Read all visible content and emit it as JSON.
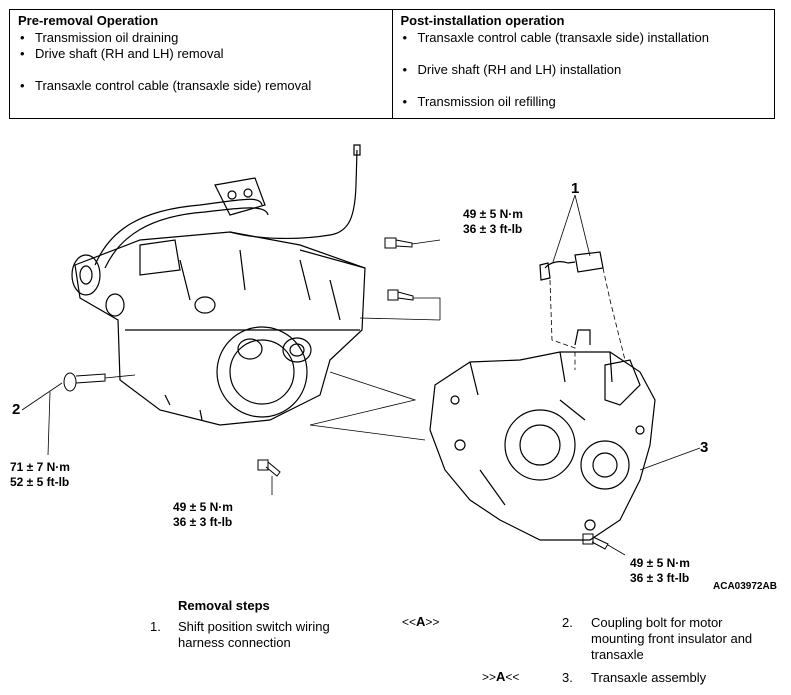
{
  "operations": {
    "pre": {
      "title": "Pre-removal Operation",
      "items": [
        "Transmission oil draining",
        "Drive shaft (RH and LH) removal",
        "Transaxle control cable (transaxle side) removal"
      ]
    },
    "post": {
      "title": "Post-installation operation",
      "items": [
        "Transaxle control cable (transaxle side) installation",
        "Drive shaft (RH and LH) installation",
        "Transmission oil refilling"
      ]
    }
  },
  "figure": {
    "torque_top": {
      "nm": "49 ± 5 N·m",
      "ftlb": "36 ± 3 ft-lb"
    },
    "torque_left": {
      "nm": "71 ± 7 N·m",
      "ftlb": "52 ± 5 ft-lb"
    },
    "torque_bottom_mid": {
      "nm": "49 ± 5 N·m",
      "ftlb": "36 ± 3 ft-lb"
    },
    "torque_bottom_right": {
      "nm": "49 ± 5 N·m",
      "ftlb": "36 ± 3 ft-lb"
    },
    "callouts": [
      "1",
      "2",
      "3"
    ],
    "code": "ACA03972AB"
  },
  "removal": {
    "title": "Removal steps",
    "steps": [
      {
        "no": "1.",
        "line1": "Shift position switch wiring",
        "line2": "harness connection",
        "mark_pre": "<<",
        "mark_letter": "A",
        "mark_post": ">>"
      },
      {
        "no": "2.",
        "line1": "Coupling bolt for motor",
        "line2": "mounting front insulator and",
        "line3": "transaxle"
      },
      {
        "no": "3.",
        "line1": "Transaxle assembly",
        "mark_pre": ">>",
        "mark_letter": "A",
        "mark_post": "<<"
      }
    ]
  }
}
